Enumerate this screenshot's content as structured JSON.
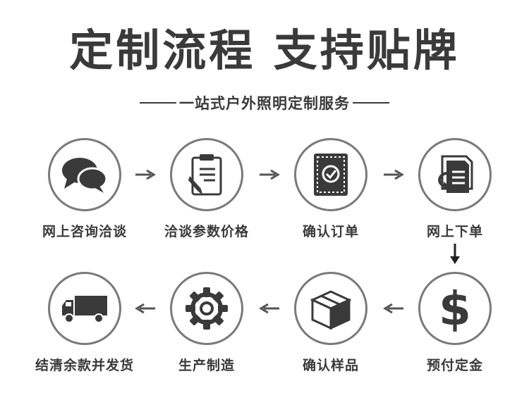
{
  "title": "定制流程 支持贴牌",
  "subtitle": "一站式户外照明定制服务",
  "steps": [
    {
      "label": "网上咨询洽谈",
      "icon": "chat-bubbles-icon"
    },
    {
      "label": "洽谈参数价格",
      "icon": "clipboard-pencil-icon"
    },
    {
      "label": "确认订单",
      "icon": "document-check-icon"
    },
    {
      "label": "网上下单",
      "icon": "documents-arrow-icon"
    },
    {
      "label": "预付定金",
      "icon": "dollar-icon"
    },
    {
      "label": "确认样品",
      "icon": "package-box-icon"
    },
    {
      "label": "生产制造",
      "icon": "gear-icon"
    },
    {
      "label": "结清余款并发货",
      "icon": "delivery-truck-icon"
    }
  ],
  "colors": {
    "text": "#3a3a3a",
    "ring": "#7a7a7a",
    "icon": "#3a3a3a"
  }
}
